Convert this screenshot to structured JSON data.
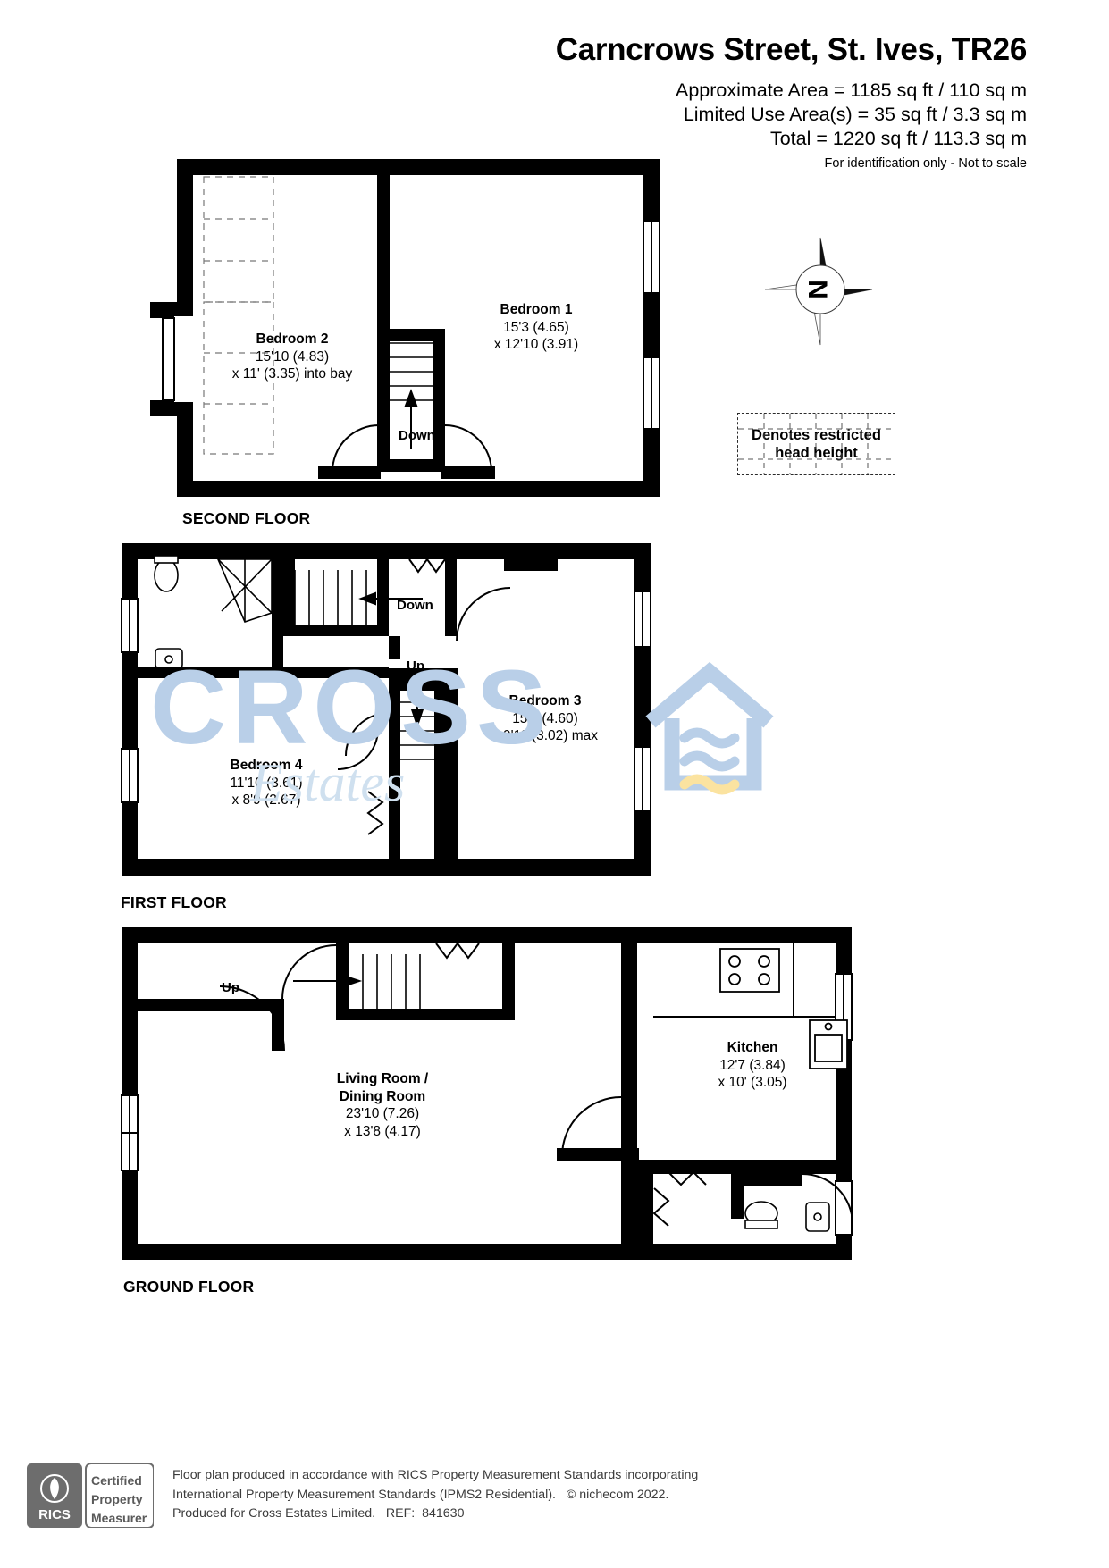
{
  "header": {
    "title": "Carncrows Street, St. Ives, TR26",
    "approximate_area": "Approximate Area = 1185 sq ft / 110 sq m",
    "limited_use_area": "Limited Use Area(s) = 35 sq ft / 3.3 sq m",
    "total_area": "Total = 1220 sq ft / 113.3 sq m",
    "disclaimer": "For identification only - Not to scale"
  },
  "compass": {
    "label": "N",
    "name": "north-compass-rose"
  },
  "legend": {
    "line1": "Denotes restricted",
    "line2": "head height"
  },
  "floors": [
    {
      "id": "second-floor",
      "label": "SECOND FLOOR",
      "rooms": [
        {
          "id": "bedroom-2",
          "name": "Bedroom 2",
          "dim1": "15'10 (4.83)",
          "dim2": "x 11' (3.35) into bay"
        },
        {
          "id": "bedroom-1",
          "name": "Bedroom 1",
          "dim1": "15'3 (4.65)",
          "dim2": "x 12'10 (3.91)"
        }
      ],
      "stairs": [
        {
          "id": "stair-down",
          "label": "Down"
        }
      ]
    },
    {
      "id": "first-floor",
      "label": "FIRST FLOOR",
      "rooms": [
        {
          "id": "bedroom-3",
          "name": "Bedroom 3",
          "dim1": "15'1 (4.60)",
          "dim2": "x 9'11 (3.02) max"
        },
        {
          "id": "bedroom-4",
          "name": "Bedroom 4",
          "dim1": "11'10 (3.61)",
          "dim2": "x 8'9 (2.67)"
        }
      ],
      "stairs": [
        {
          "id": "stair-down",
          "label": "Down"
        },
        {
          "id": "stair-up",
          "label": "Up"
        }
      ]
    },
    {
      "id": "ground-floor",
      "label": "GROUND FLOOR",
      "rooms": [
        {
          "id": "living-dining-room",
          "name1": "Living Room /",
          "name2": "Dining Room",
          "dim1": "23'10 (7.26)",
          "dim2": "x 13'8 (4.17)"
        },
        {
          "id": "kitchen",
          "name": "Kitchen",
          "dim1": "12'7 (3.84)",
          "dim2": "x 10' (3.05)"
        }
      ],
      "stairs": [
        {
          "id": "stair-up",
          "label": "Up"
        }
      ]
    }
  ],
  "watermark": {
    "brand": "CROSS",
    "sub": "Estates",
    "color_blue": "#b9cfe8",
    "color_yellow": "#fbe3a0"
  },
  "footer": {
    "badge": {
      "mark": "RICS",
      "line1": "Certified",
      "line2": "Property",
      "line3": "Measurer"
    },
    "note1": "Floor plan produced in accordance with RICS Property Measurement Standards incorporating",
    "note2": "International Property Measurement Standards (IPMS2 Residential).   © nichecom 2022.",
    "note3": "Produced for Cross Estates Limited.   REF:  841630"
  }
}
